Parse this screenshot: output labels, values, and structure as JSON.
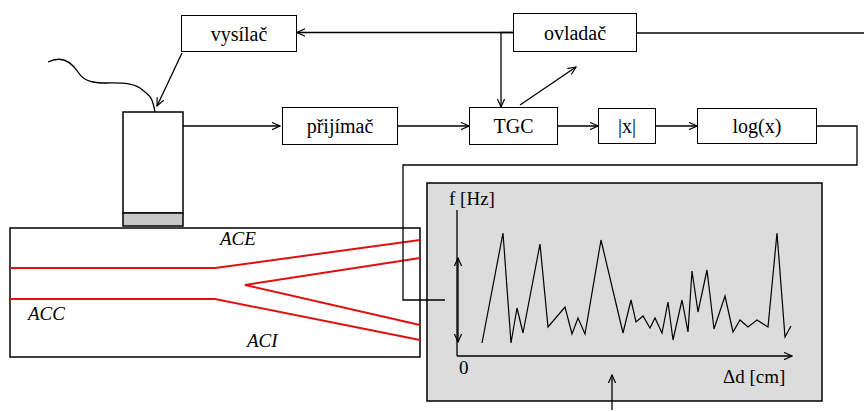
{
  "diagram": {
    "nodes": [
      {
        "text": [
          "vysílač"
        ]
      },
      {
        "text": [
          "ovladač"
        ]
      },
      {
        "text": [
          "přijímač"
        ]
      },
      {
        "text": [
          "TGC"
        ]
      },
      {
        "text": [
          "|x|"
        ]
      },
      {
        "text": [
          "log(x)"
        ]
      },
      {
        "text": [
          "f [Hz]",
          "0",
          "Δd [cm]"
        ]
      }
    ],
    "edges": [
      {
        "from": 1,
        "to": 0,
        "arrow": "to"
      },
      {
        "from": 1,
        "to": 3,
        "arrow": "to"
      },
      {
        "from": 2,
        "to": 3,
        "arrow": "to"
      },
      {
        "from": 3,
        "to": 4,
        "arrow": "to"
      },
      {
        "from": 4,
        "to": 5,
        "arrow": "to"
      },
      {
        "from": 5,
        "to": 6,
        "arrow": "none"
      }
    ],
    "labels": [
      "ACE",
      "ACC",
      "ACI"
    ]
  }
}
